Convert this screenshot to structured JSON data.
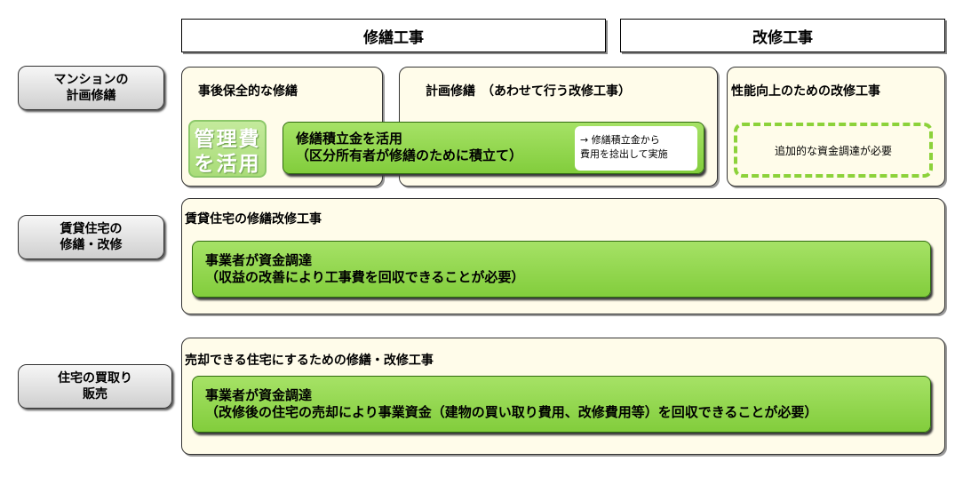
{
  "headers": {
    "shuzen": "修繕工事",
    "kaishu": "改修工事"
  },
  "categories": {
    "mansion": [
      "マンションの",
      "計画修繕"
    ],
    "chintai": [
      "賃貸住宅の",
      "修繕・改修"
    ],
    "kaitori": [
      "住宅の買取り",
      "販売"
    ]
  },
  "mansion_row": {
    "jigo_title": "事後保全的な修繕",
    "keikaku_title": "計画修繕　（あわせて行う改修工事）",
    "seino_title": "性能向上のための改修工事",
    "kanrihi": [
      "管理費",
      "を活用"
    ],
    "tsumitate": [
      "修繕積立金を活用",
      "（区分所有者が修繕のために積立て）"
    ],
    "arrow_note": [
      "→ 修繕積立金から",
      "費用を捻出して実施"
    ],
    "tsuika": "追加的な資金調達が必要"
  },
  "chintai_row": {
    "title": "賃貸住宅の修繕改修工事",
    "bar": [
      "事業者が資金調達",
      "（収益の改善により工事費を回収できることが必要）"
    ]
  },
  "kaitori_row": {
    "title": "売却できる住宅にするための修繕・改修工事",
    "bar": [
      "事業者が資金調達",
      "（改修後の住宅の売却により事業資金（建物の買い取り費用、改修費用等）を回収できることが必要）"
    ]
  }
}
